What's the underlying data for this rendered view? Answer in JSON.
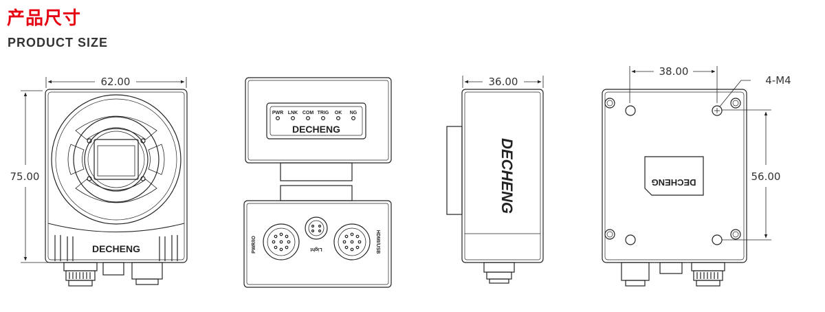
{
  "header": {
    "title_cn": "产品尺寸",
    "title_en": "PRODUCT SIZE"
  },
  "dimensions": {
    "front_width": "62.00",
    "front_height": "75.00",
    "side_depth": "36.00",
    "back_hole_spacing_x": "38.00",
    "back_hole_spacing_y": "56.00",
    "back_screw_spec": "4-M4"
  },
  "top_view": {
    "indicators": [
      "PWR",
      "LNK",
      "COM",
      "TRIG",
      "OK",
      "NG"
    ],
    "brand": "DECHENG"
  },
  "bottom_view": {
    "port_left": "PWR/IO",
    "port_middle": "Light",
    "port_right": "HDMI/USB"
  },
  "front_view": {
    "brand": "DECHENG"
  },
  "side_view": {
    "brand": "DECHENG"
  },
  "back_view": {
    "brand": "DECHENG"
  },
  "colors": {
    "title_red": "#e60012",
    "line": "#222222",
    "text": "#333333"
  }
}
